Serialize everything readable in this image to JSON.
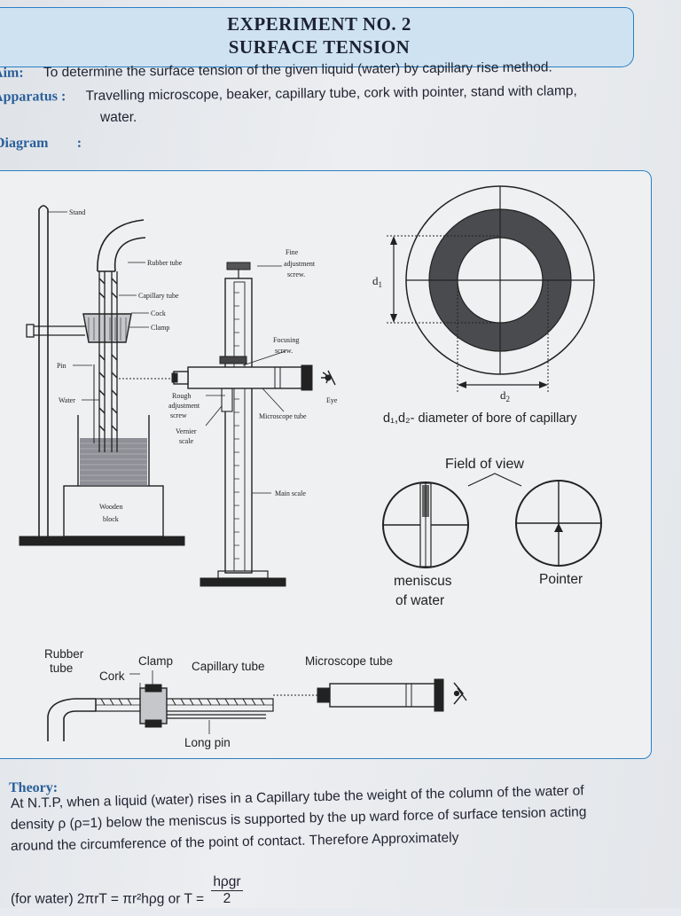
{
  "header": {
    "line1": "EXPERIMENT NO. 2",
    "line2": "SURFACE TENSION"
  },
  "aim": {
    "label": "Aim:",
    "text": "To determine the surface tension of the given liquid (water) by capillary rise method."
  },
  "apparatus": {
    "label": "Apparatus :",
    "text_line1": "Travelling microscope, beaker, capillary tube, cork with pointer, stand with clamp,",
    "text_line2": "water."
  },
  "diagram_heading": {
    "label": "Diagram",
    "colon": ":"
  },
  "diagram_labels": {
    "stand": "Stand",
    "rubber_tube": "Rubber tube",
    "capillary_tube": "Capillary tube",
    "cork": "Cock",
    "clamp": "Clamp",
    "pin": "Pin",
    "water": "Water",
    "wooden_block_1": "Wooden",
    "wooden_block_2": "block",
    "fine_adj_1": "Fine",
    "fine_adj_2": "adjustment",
    "fine_adj_3": "screw.",
    "focusing_1": "Focusing",
    "focusing_2": "screw.",
    "eye_label": "Eye",
    "rough_1": "Rough",
    "rough_2": "adjustment",
    "rough_3": "screw",
    "vernier_1": "Vernier",
    "vernier_2": "scale",
    "microscope_tube": "Microscope tube",
    "main_scale": "Main scale",
    "d1": "d",
    "d1_sub": "1",
    "d2": "d",
    "d2_sub": "2",
    "diameter_caption": "d₁,d₂- diameter of bore of capillary",
    "field_of_view": "Field of view",
    "meniscus_1": "meniscus",
    "meniscus_2": "of water",
    "pointer": "Pointer",
    "rubber_tube_b1": "Rubber",
    "rubber_tube_b2": "tube",
    "cork_b": "Cork",
    "clamp_b": "Clamp",
    "capillary_tube_b": "Capillary tube",
    "microscope_tube_b": "Microscope tube",
    "long_pin": "Long pin"
  },
  "theory": {
    "label": "Theory:",
    "line1": "At N.T.P, when a liquid (water) rises in a Capillary tube the weight of the column of the water of",
    "line2": "density ρ (ρ=1) below the meniscus is supported by  the up ward force of surface tension acting",
    "line3": "around the circumference of the point of contact. Therefore Approximately",
    "formula_prefix": "(for water) 2πrT = πr²hρg or T =",
    "formula_num": "hρgr",
    "formula_den": "2"
  }
}
